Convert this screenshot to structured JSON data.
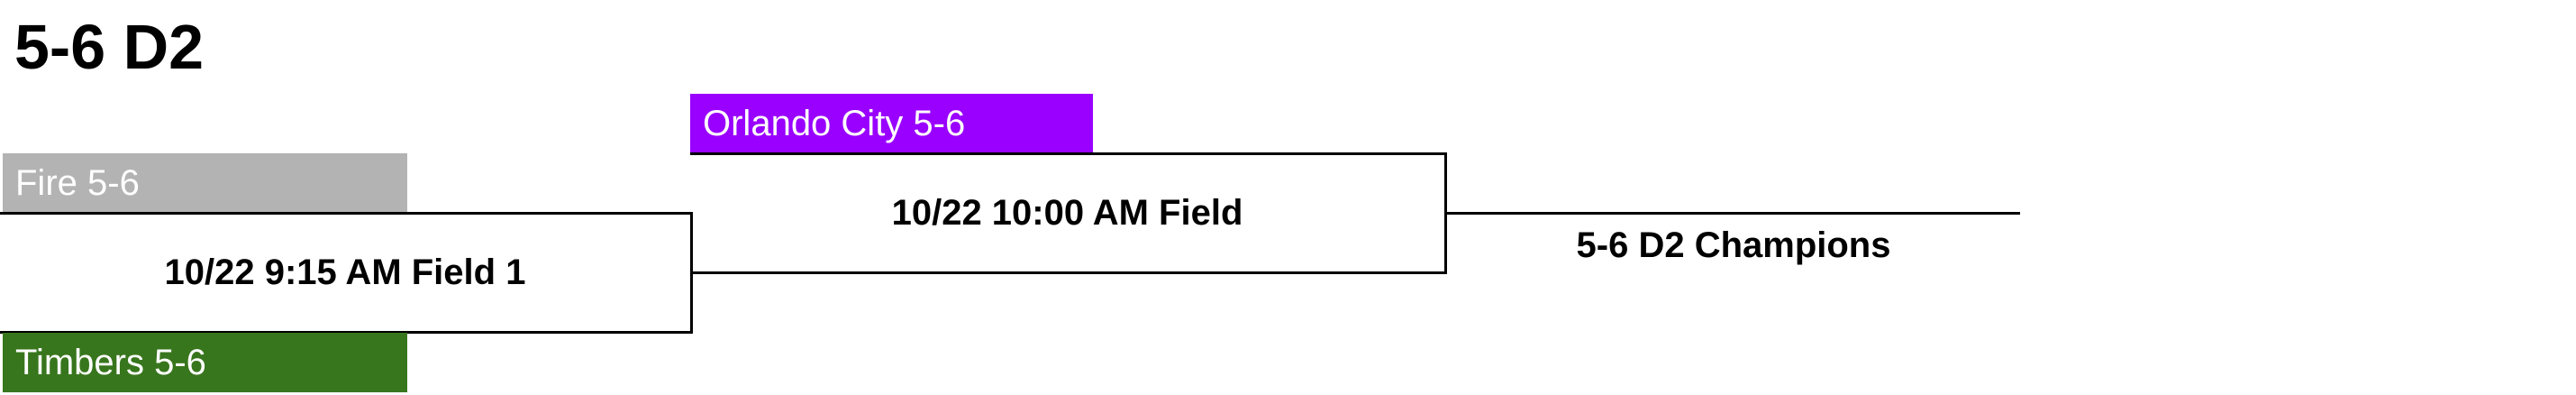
{
  "bracket": {
    "title": "5-6 D2",
    "teams": [
      {
        "name": "Fire 5-6",
        "color": "#b3b3b3"
      },
      {
        "name": "Timbers 5-6",
        "color": "#38761d"
      },
      {
        "name": "Orlando City 5-6",
        "color": "#9900ff"
      }
    ],
    "matches": [
      {
        "label": "10/22 9:15 AM Field 1"
      },
      {
        "label": "10/22 10:00 AM Field"
      }
    ],
    "champion_label": "5-6 D2 Champions"
  }
}
